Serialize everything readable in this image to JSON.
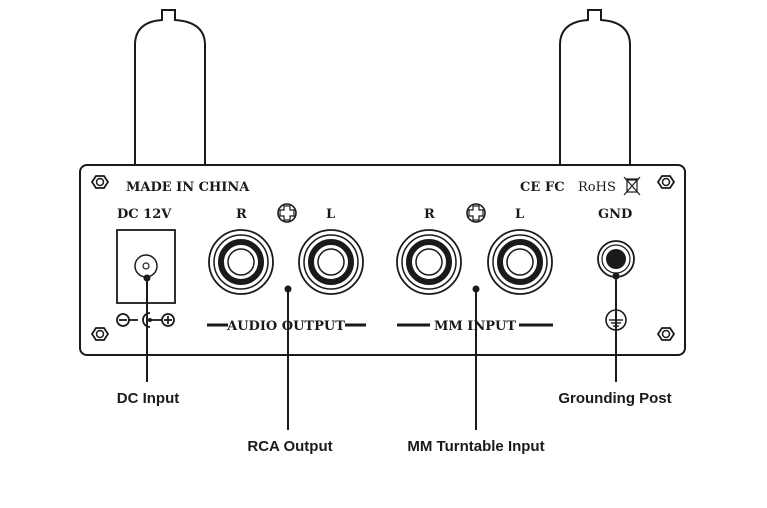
{
  "panel": {
    "made_in": "MADE IN CHINA",
    "certifications": {
      "ce": "CE",
      "fc": "FC",
      "rohs": "RoHS"
    },
    "dc_label": "DC 12V",
    "rca_right": "R",
    "rca_left": "L",
    "mm_right": "R",
    "mm_left": "L",
    "gnd_label": "GND",
    "audio_output_label": "AUDIO OUTPUT",
    "mm_input_label": "MM INPUT"
  },
  "callouts": {
    "dc_input": "DC Input",
    "rca_output": "RCA Output",
    "mm_turntable_input": "MM Turntable Input",
    "grounding_post": "Grounding Post"
  },
  "colors": {
    "ink": "#1a1a1a",
    "panel_bg": "#ffffff"
  }
}
